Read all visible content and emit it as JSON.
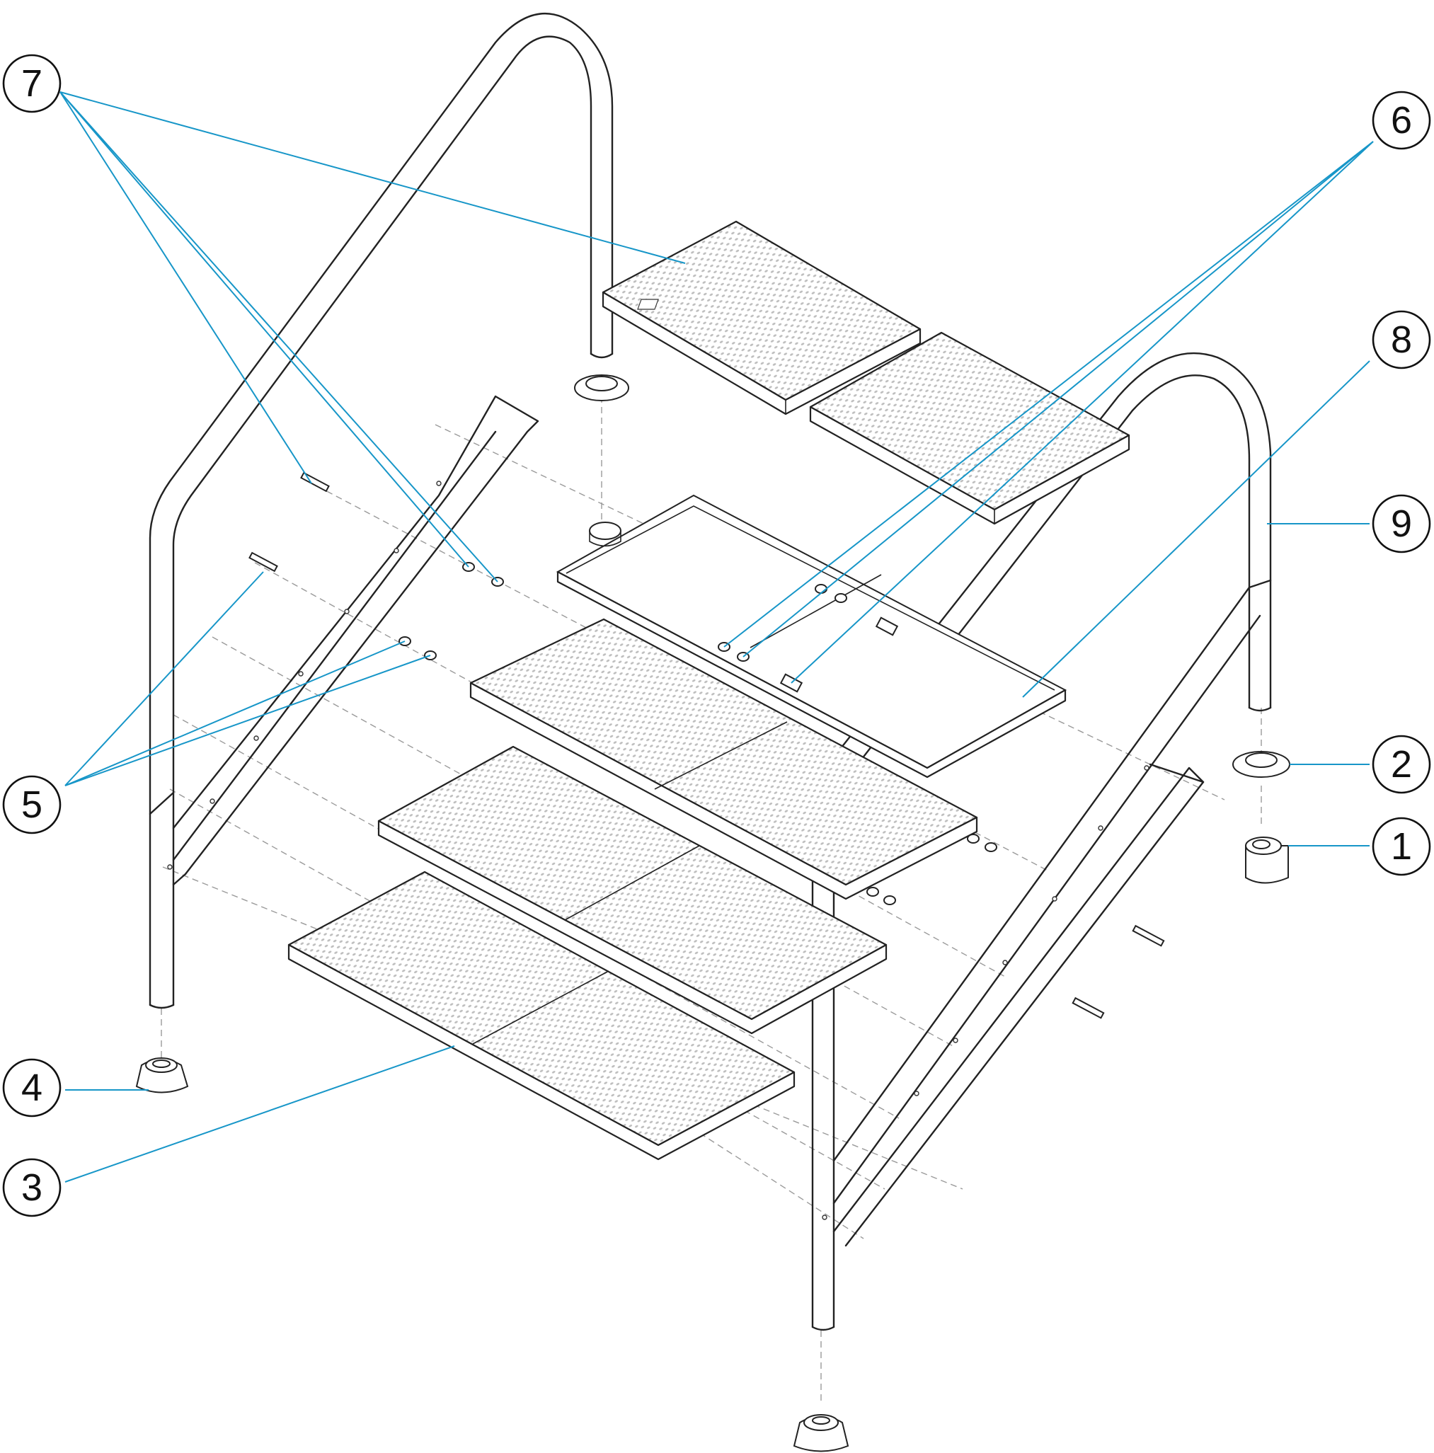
{
  "diagram": {
    "callouts": [
      {
        "id": "7",
        "label": "7"
      },
      {
        "id": "6",
        "label": "6"
      },
      {
        "id": "8",
        "label": "8"
      },
      {
        "id": "9",
        "label": "9"
      },
      {
        "id": "2",
        "label": "2"
      },
      {
        "id": "1",
        "label": "1"
      },
      {
        "id": "5",
        "label": "5"
      },
      {
        "id": "4",
        "label": "4"
      },
      {
        "id": "3",
        "label": "3"
      }
    ],
    "colors": {
      "leader": "#1796c8",
      "line": "#222222",
      "hidden_line": "#9a9a9a",
      "tread_texture": "#cfcfcf"
    }
  }
}
